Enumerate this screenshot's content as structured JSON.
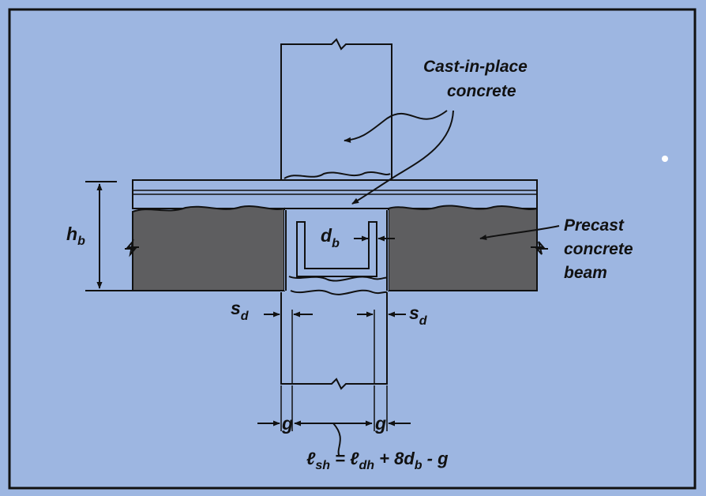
{
  "labels": {
    "cast_in_place_line1": "Cast-in-place",
    "cast_in_place_line2": "concrete",
    "precast_line1": "Precast",
    "precast_line2": "concrete",
    "precast_line3": "beam"
  },
  "dimensions": {
    "beam_height_symbol": "h",
    "beam_height_subscript": "b",
    "bar_diameter_symbol": "d",
    "bar_diameter_subscript": "b",
    "side_distance_symbol": "s",
    "side_distance_subscript": "d",
    "gap_symbol": "g"
  },
  "formula": {
    "lhs": "ℓ",
    "lhs_sub": "sh",
    "eq": " = ",
    "term1": "ℓ",
    "term1_sub": "dh",
    "plus": " + 8d",
    "plus_sub": "b",
    "minus": " - g"
  },
  "colors": {
    "background": "#9db6e1",
    "frame": "#111111",
    "precast_fill": "#5e5e60",
    "cast_fill": "#9db6e1"
  }
}
